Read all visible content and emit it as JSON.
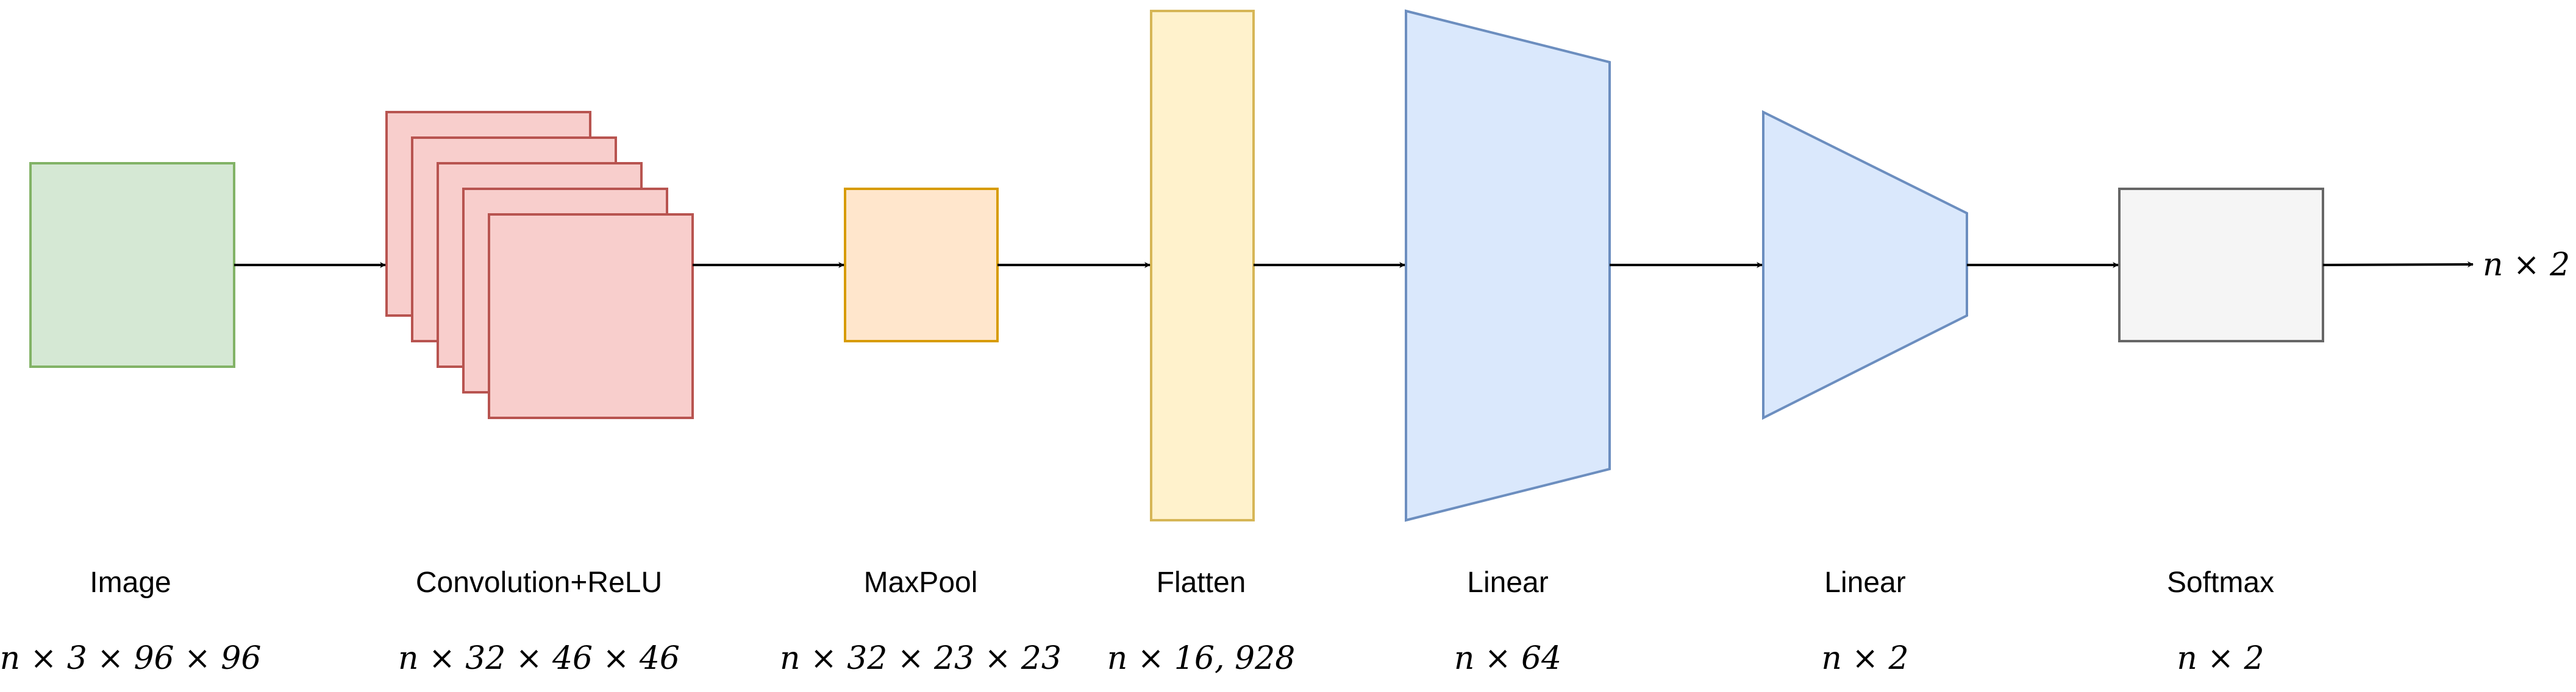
{
  "diagram": {
    "layers": [
      {
        "id": "image",
        "label": "Image",
        "shape": "n × 3 × 96 × 96",
        "fill": "#d5e8d4",
        "stroke": "#82b366"
      },
      {
        "id": "conv",
        "label": "Convolution+ReLU",
        "shape": "n × 32 × 46 × 46",
        "fill": "#f8cecc",
        "stroke": "#b85450"
      },
      {
        "id": "maxpool",
        "label": "MaxPool",
        "shape": "n × 32 × 23 × 23",
        "fill": "#ffe6cc",
        "stroke": "#d79b00"
      },
      {
        "id": "flatten",
        "label": "Flatten",
        "shape": "n × 16, 928",
        "fill": "#fff2cc",
        "stroke": "#d6b656"
      },
      {
        "id": "linear1",
        "label": "Linear",
        "shape": "n × 64",
        "fill": "#dae8fc",
        "stroke": "#6c8ebf"
      },
      {
        "id": "linear2",
        "label": "Linear",
        "shape": "n × 2",
        "fill": "#dae8fc",
        "stroke": "#6c8ebf"
      },
      {
        "id": "softmax",
        "label": "Softmax",
        "shape": "n × 2",
        "fill": "#f5f5f5",
        "stroke": "#666666"
      }
    ],
    "output": "n × 2",
    "arrow_color": "#000000"
  }
}
